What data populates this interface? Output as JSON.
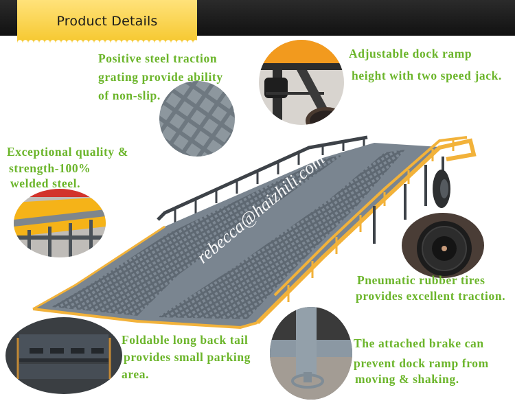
{
  "header": {
    "title": "Product Details",
    "bar_color": "#1a1a1a",
    "tab_color": "#f8cf3a"
  },
  "captions": {
    "traction": {
      "lines": [
        "Positive steel traction",
        "grating provide ability",
        "of non-slip."
      ]
    },
    "adjustable": {
      "lines": [
        "Adjustable dock ramp",
        "height with two speed jack."
      ]
    },
    "quality": {
      "lines": [
        "Exceptional quality &",
        "strength-100%",
        "welded steel."
      ]
    },
    "tires": {
      "lines": [
        "Pneumatic rubber tires",
        "provides excellent traction."
      ]
    },
    "tail": {
      "lines": [
        "Foldable long back tail",
        "provides small parking",
        "area."
      ]
    },
    "brake": {
      "lines": [
        "The attached brake can",
        "prevent dock ramp from",
        "moving & shaking."
      ]
    }
  },
  "watermark": "rebecca@haizhili.com",
  "colors": {
    "caption_green": "#6bb52a",
    "ramp_gray": "#6f7b86",
    "frame_yellow": "#f2b23a",
    "frame_dark": "#3d4248"
  }
}
